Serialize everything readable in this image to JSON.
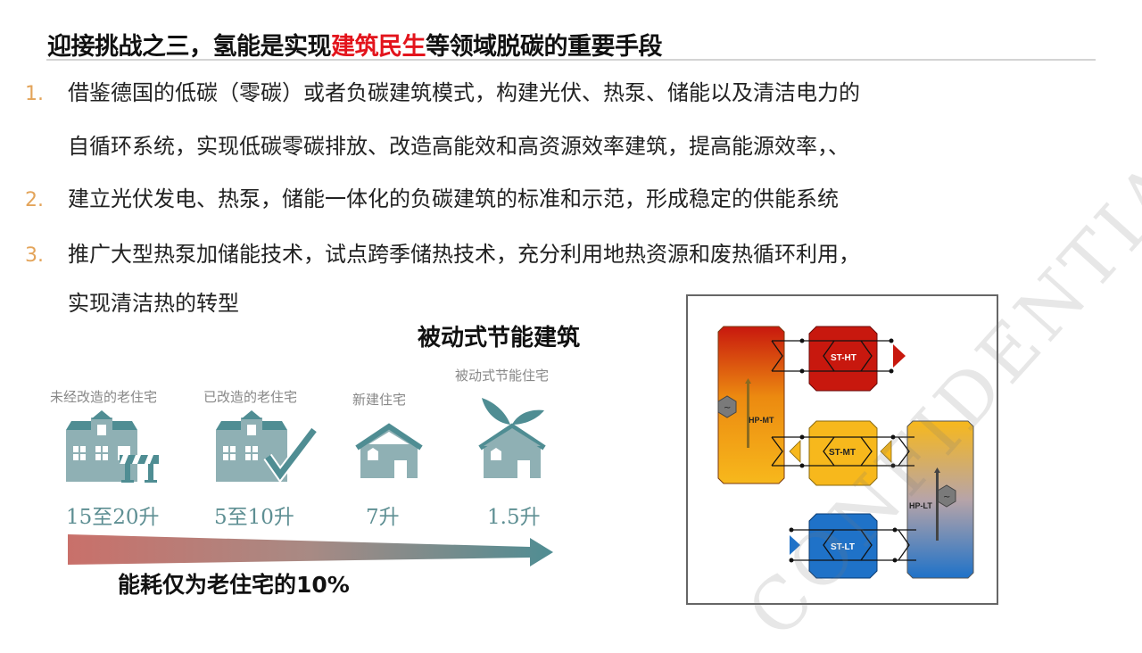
{
  "title": {
    "prefix": "迎接挑战之三，氢能是实现",
    "highlight": "建筑民生",
    "suffix": "等领域脱碳的重要手段",
    "highlight_color": "#e3141c"
  },
  "items": [
    {
      "num": "1.",
      "lines": [
        "借鉴德国的低碳（零碳）或者负碳建筑模式，构建光伏、热泵、储能以及清洁电力的",
        "自循环系统，实现低碳零碳排放、改造高能效和高资源效率建筑，提高能源效率，、"
      ]
    },
    {
      "num": "2.",
      "lines": [
        "建立光伏发电、热泵，储能一体化的负碳建筑的标准和示范，形成稳定的供能系统"
      ]
    },
    {
      "num": "3.",
      "lines": [
        "推广大型热泵加储能技术，试点跨季储热技术，充分利用地热资源和废热循环利用，",
        "实现清洁热的转型"
      ]
    }
  ],
  "infographic": {
    "heading": "被动式节能建筑",
    "houses": [
      {
        "label": "未经改造的老住宅",
        "value": "15至20升",
        "icon": "old-house-barrier-icon"
      },
      {
        "label": "已改造的老住宅",
        "value": "5至10升",
        "icon": "old-house-check-icon"
      },
      {
        "label": "新建住宅",
        "value": "7升",
        "icon": "new-house-icon"
      },
      {
        "label": "被动式节能住宅",
        "value": "1.5升",
        "icon": "house-leaf-icon"
      }
    ],
    "footnote": "能耗仅为老住宅的10%",
    "arrow_colors": [
      "#c9706a",
      "#4f8d93"
    ],
    "icon_color_dark": "#4f8d93",
    "icon_color_light": "#8fb0b4"
  },
  "diagram": {
    "units": {
      "hp_mt": "HP-MT",
      "hp_lt": "HP-LT",
      "st_ht": "ST-HT",
      "st_mt": "ST-MT",
      "st_lt": "ST-LT"
    },
    "watermark": "CONFIDENTIAL",
    "colors": {
      "high": "#c8180e",
      "mid": "#f7b81c",
      "low": "#1f72c8"
    }
  }
}
